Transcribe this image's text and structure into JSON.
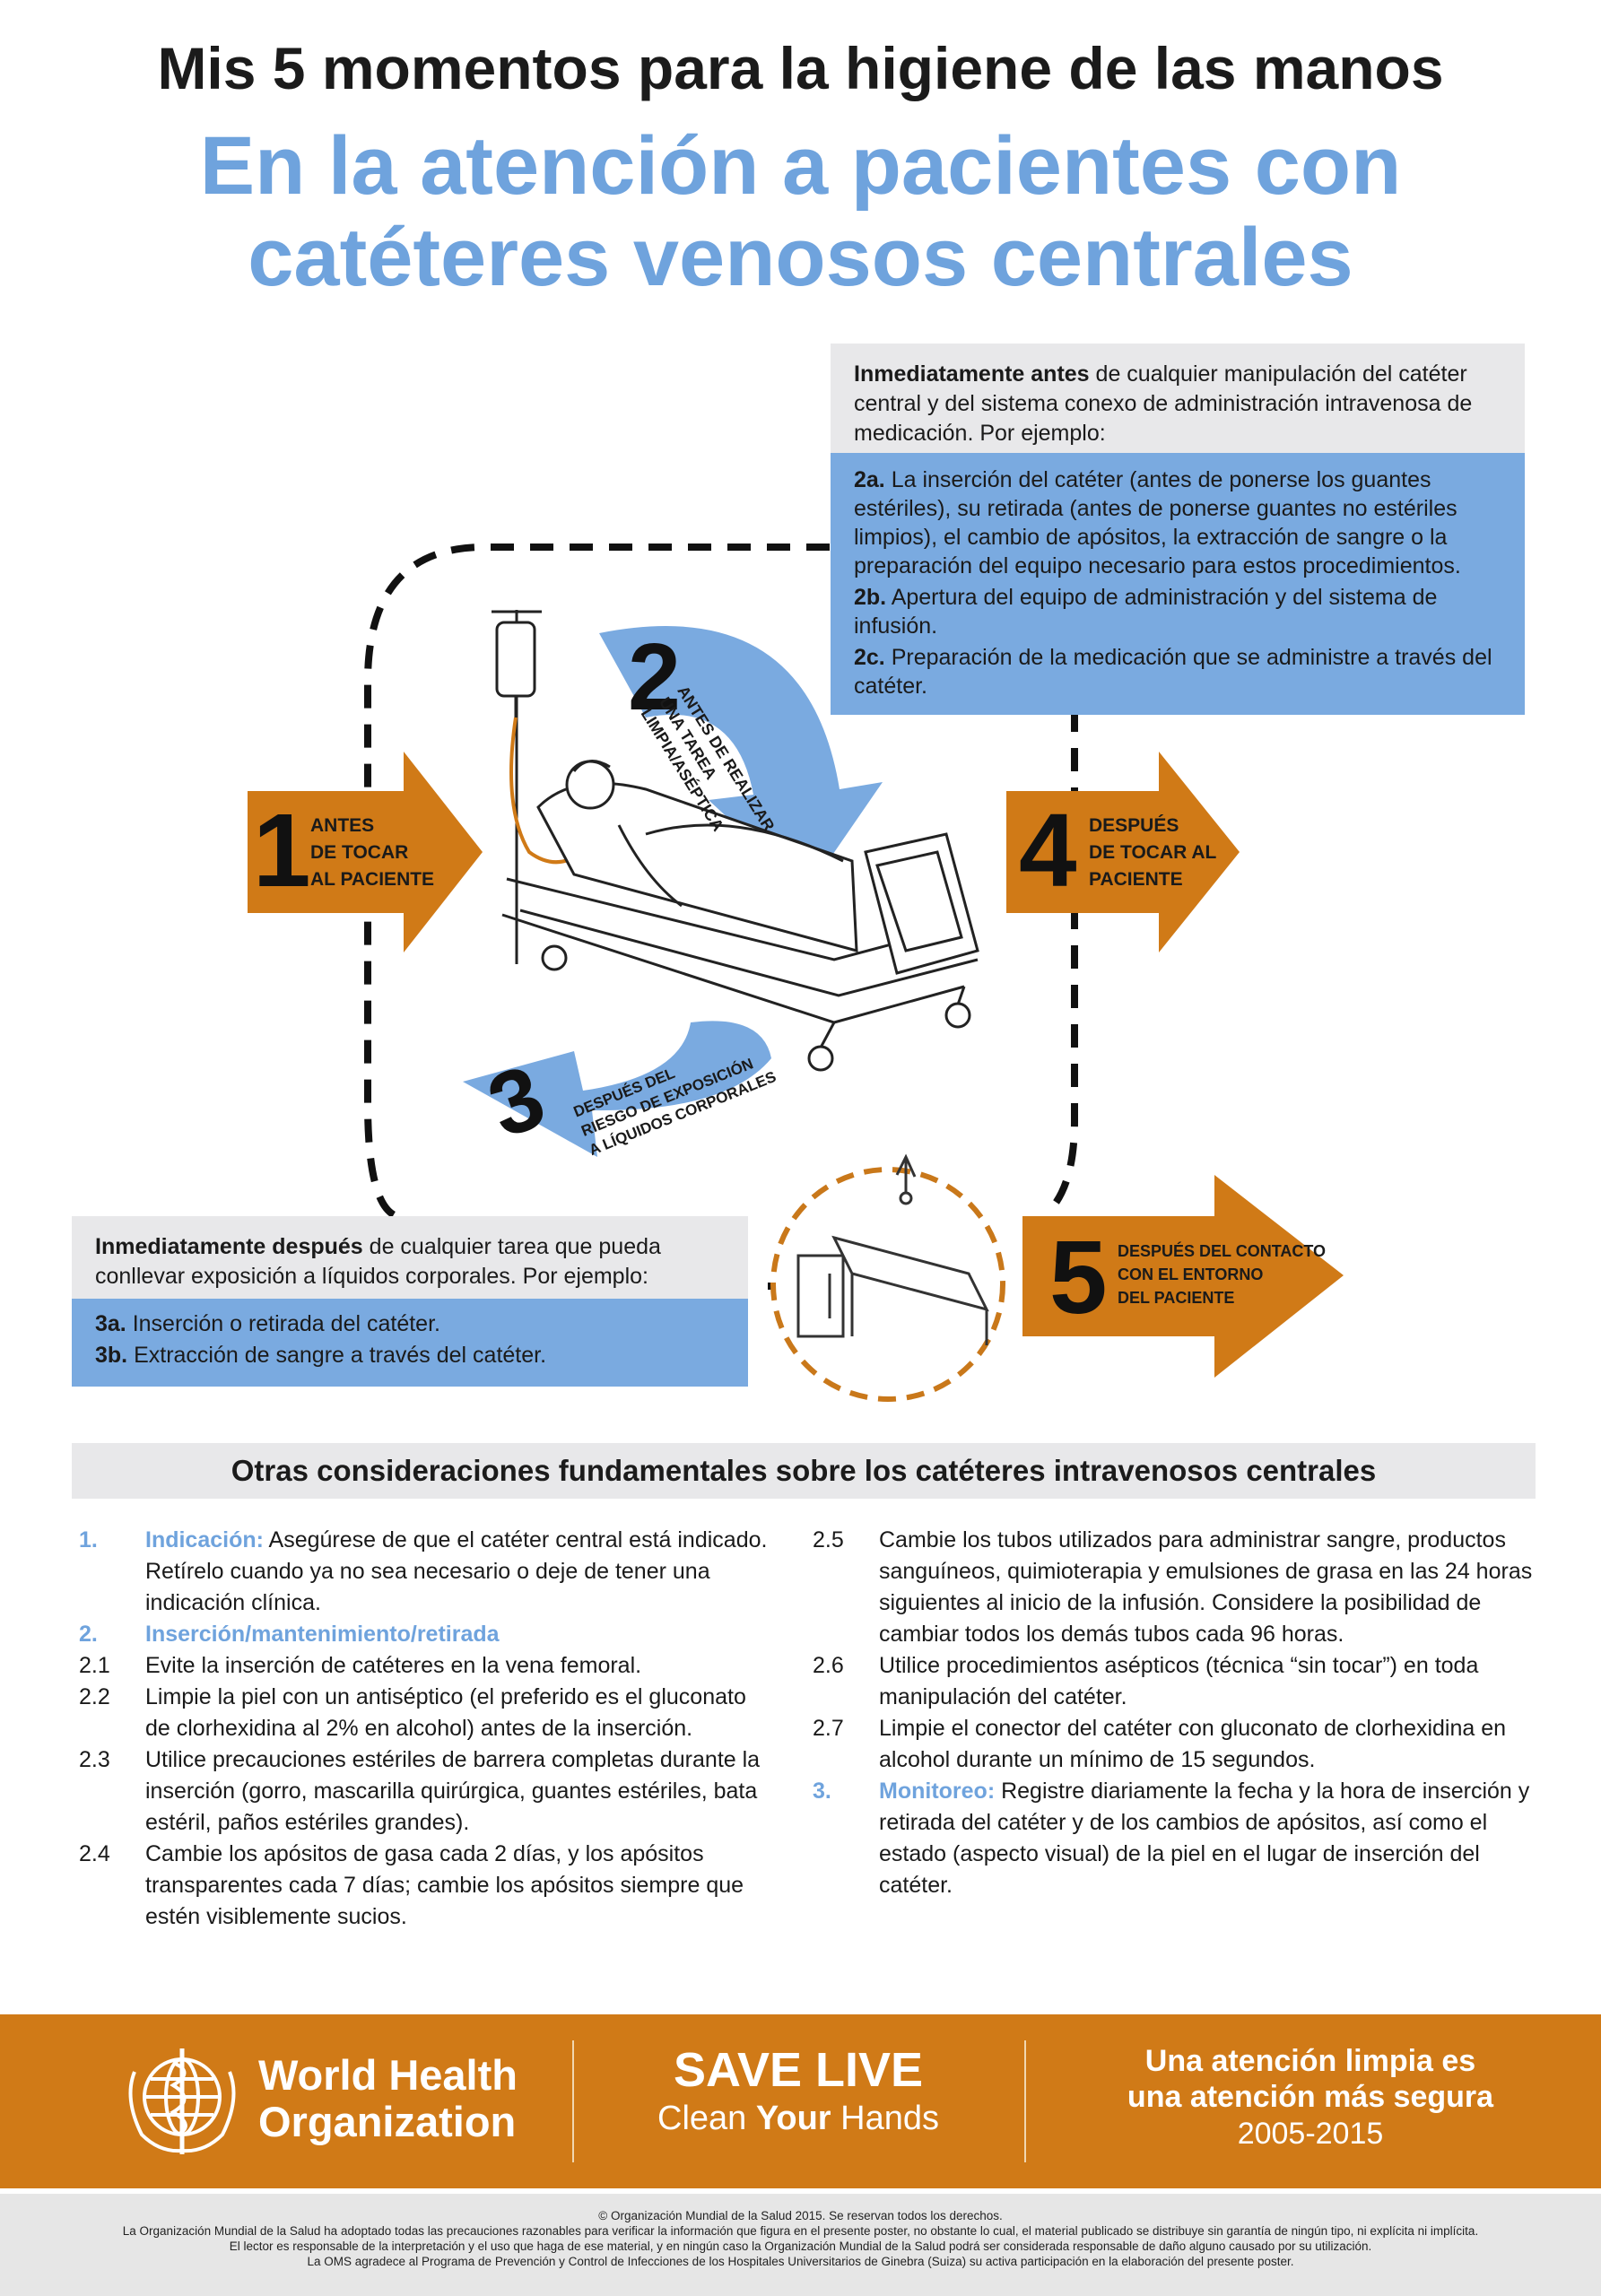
{
  "header": {
    "title": "Mis 5 momentos para la higiene de las manos",
    "subtitle_line1": "En la atención a pacientes con",
    "subtitle_line2": "catéteres venosos centrales"
  },
  "box2": {
    "intro_bold": "Inmediatamente antes",
    "intro_rest": " de cualquier manipulación del catéter central y del sistema conexo de administración intravenosa de medicación. Por ejemplo:",
    "items": [
      {
        "code": "2a.",
        "text": " La inserción del catéter (antes de ponerse los guantes estériles), su retirada (antes de ponerse guantes no estériles limpios), el cambio de apósitos, la extracción de sangre o la preparación del equipo necesario para estos procedimientos."
      },
      {
        "code": "2b.",
        "text": " Apertura del equipo de administración y del sistema de infusión."
      },
      {
        "code": "2c.",
        "text": " Preparación de la medicación que se administre a través del catéter."
      }
    ]
  },
  "box3": {
    "intro_bold": "Inmediatamente después",
    "intro_rest": " de cualquier tarea que pueda conllevar exposición a líquidos corporales. Por ejemplo:",
    "items": [
      {
        "code": "3a.",
        "text": " Inserción o retirada del catéter."
      },
      {
        "code": "3b.",
        "text": " Extracción de sangre a través del catéter."
      }
    ]
  },
  "moments": {
    "m1": {
      "number": "1",
      "line1": "ANTES",
      "line2": "DE TOCAR",
      "line3": "AL PACIENTE"
    },
    "m2": {
      "number": "2",
      "line1": "ANTES DE REALIZAR",
      "line2": "UNA TAREA",
      "line3": "LIMPIA/ASÉPTICA"
    },
    "m3": {
      "number": "3",
      "line1": "DESPUÉS DEL",
      "line2": "RIESGO DE EXPOSICIÓN",
      "line3": "A LÍQUIDOS CORPORALES"
    },
    "m4": {
      "number": "4",
      "line1": "DESPUÉS",
      "line2": "DE TOCAR AL",
      "line3": "PACIENTE"
    },
    "m5": {
      "number": "5",
      "line1": "DESPUÉS DEL CONTACTO",
      "line2": "CON EL ENTORNO",
      "line3": "DEL PACIENTE"
    }
  },
  "considerations": {
    "heading": "Otras consideraciones fundamentales sobre los catéteres intravenosos centrales",
    "left": [
      {
        "num": "1.",
        "label": "Indicación:",
        "text": " Asegúrese de que el catéter central está indicado. Retírelo cuando ya no sea necesario o deje de tener una indicación clínica.",
        "highlight": true
      },
      {
        "num": "2.",
        "label": "Inserción/mantenimiento/retirada",
        "text": "",
        "highlight": true
      },
      {
        "num": "2.1",
        "label": "",
        "text": "Evite la inserción de catéteres en la vena femoral."
      },
      {
        "num": "2.2",
        "label": "",
        "text": "Limpie la piel con un antiséptico (el preferido es el gluconato de clorhexidina al 2% en alcohol) antes de la inserción."
      },
      {
        "num": "2.3",
        "label": "",
        "text": "Utilice precauciones estériles de barrera completas durante la inserción (gorro, mascarilla quirúrgica, guantes estériles, bata estéril, paños estériles grandes)."
      },
      {
        "num": "2.4",
        "label": "",
        "text": "Cambie los apósitos de gasa cada 2 días, y los apósitos transparentes cada 7 días; cambie los apósitos siempre que estén visiblemente sucios."
      }
    ],
    "right": [
      {
        "num": "2.5",
        "label": "",
        "text": "Cambie los tubos utilizados para administrar sangre, productos sanguíneos, quimioterapia y emulsiones de grasa en las 24 horas siguientes al inicio de la infusión. Considere la posibilidad de cambiar todos los demás tubos cada 96 horas."
      },
      {
        "num": "2.6",
        "label": "",
        "text": "Utilice procedimientos asépticos (técnica “sin tocar”) en toda manipulación del catéter."
      },
      {
        "num": "2.7",
        "label": "",
        "text": "Limpie el conector del catéter con gluconato de clorhexidina en alcohol durante un mínimo de 15 segundos."
      },
      {
        "num": "3.",
        "label": "Monitoreo:",
        "text": "  Registre diariamente la fecha y la hora de inserción y retirada del catéter y de los cambios de apósitos, así como el estado (aspecto visual) de la piel en el lugar de inserción del catéter.",
        "highlight": true
      }
    ]
  },
  "footer": {
    "who_line1": "World Health",
    "who_line2": "Organization",
    "campaign_title": "SAVE LIVE",
    "campaign_sub_a": "Clean ",
    "campaign_sub_b": "Your",
    "campaign_sub_c": " Hands",
    "slogan_line1": "Una atención limpia es",
    "slogan_line2": "una atención más segura",
    "years": "2005-2015"
  },
  "copyright": {
    "line1": "© Organización Mundial de la Salud 2015. Se reservan todos los derechos.",
    "line2": "La Organización Mundial de la Salud ha adoptado todas las precauciones razonables para verificar la información que figura en el presente poster, no obstante lo cual, el material publicado se distribuye sin garantía de ningún tipo, ni explícita ni implícita.",
    "line3": "El lector es responsable de la interpretación y el uso que haga de ese material, y en ningún caso la Organización Mundial de la Salud podrá ser considerada responsable de daño alguno causado por su utilización.",
    "line4": "La OMS agradece al Programa de Prevención y Control de Infecciones de los Hospitales Universitarios de Ginebra (Suiza) su activa participación en la elaboración del presente poster."
  },
  "colors": {
    "orange": "#d07a17",
    "blue": "#7aaae0",
    "title_blue": "#6fa3dd",
    "grey": "#e8e8ea"
  }
}
